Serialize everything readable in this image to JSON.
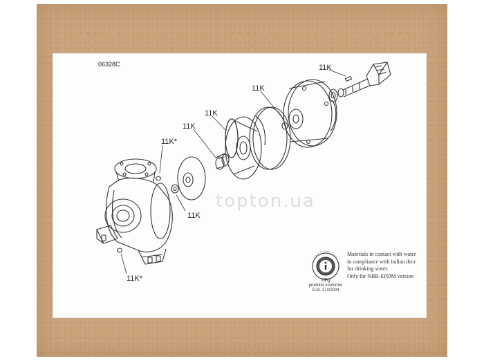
{
  "drawing_code": "06328C",
  "part_labels": [
    {
      "text": "11K"
    },
    {
      "text": "11K"
    },
    {
      "text": "11K"
    },
    {
      "text": "11K"
    },
    {
      "text": "11K*"
    },
    {
      "text": "11K"
    },
    {
      "text": "11K*"
    }
  ],
  "watermark": "topton.ua",
  "notice_lines": [
    "Materials in contact with water",
    "in compliance with italian decr",
    "for drinking water.",
    "Only for NBR-EPDM version"
  ],
  "seal": {
    "brand": "TIFQ",
    "caption": [
      "prodotto conforme",
      "D.M. 174/2004"
    ]
  },
  "colors": {
    "cardboard": "#c9a27a",
    "paper": "#fdfdfb",
    "ink": "#222222"
  }
}
